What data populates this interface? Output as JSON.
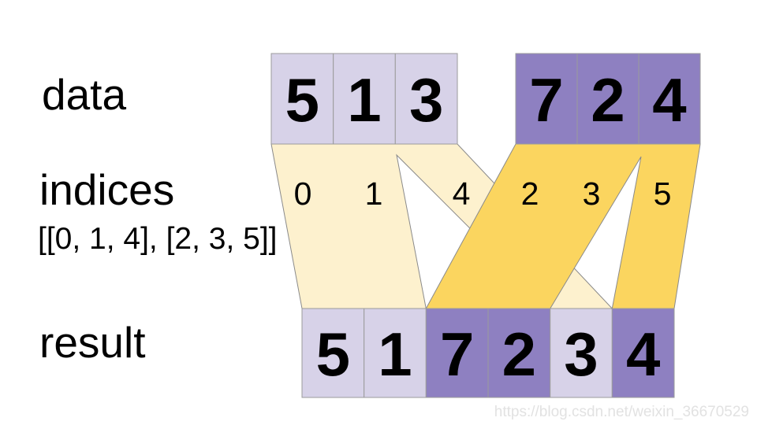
{
  "labels": {
    "data": "data",
    "indices": "indices",
    "indices_value": "[[0, 1, 4], [2, 3, 5]]",
    "result": "result"
  },
  "data_row": {
    "left": {
      "values": [
        "5",
        "1",
        "3"
      ],
      "variant": "light"
    },
    "right": {
      "values": [
        "7",
        "2",
        "4"
      ],
      "variant": "dark"
    }
  },
  "indices_row": {
    "left": [
      "0",
      "1",
      "4"
    ],
    "right": [
      "2",
      "3",
      "5"
    ]
  },
  "result_row": {
    "values": [
      "5",
      "1",
      "7",
      "2",
      "3",
      "4"
    ],
    "variants": [
      "light",
      "light",
      "dark",
      "dark",
      "light",
      "dark"
    ]
  },
  "watermark": "https://blog.csdn.net/weixin_36670529",
  "colors": {
    "light_purple": "#d7d2e8",
    "dark_purple": "#8e80c1",
    "cream_band": "#fdf1ce",
    "gold_band": "#fbd55f",
    "cell_border": "#9b9b9b",
    "band_border": "#8a8a8a",
    "text": "#000000",
    "watermark_gray": "#e2e2e2",
    "background": "#ffffff"
  }
}
